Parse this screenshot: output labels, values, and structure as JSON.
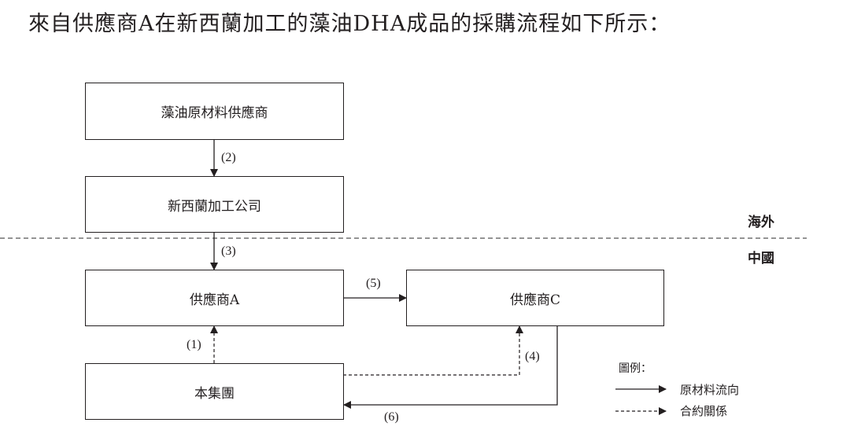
{
  "title": "來自供應商A在新西蘭加工的藻油DHA成品的採購流程如下所示：",
  "regions": {
    "overseas": "海外",
    "china": "中國"
  },
  "nodes": {
    "raw_supplier": "藻油原材料供應商",
    "nz_processor": "新西蘭加工公司",
    "supplier_a": "供應商A",
    "supplier_c": "供應商C",
    "group": "本集團"
  },
  "edges": [
    {
      "id": "1",
      "label": "(1)",
      "from": "group",
      "to": "supplier_a",
      "type": "contract"
    },
    {
      "id": "2",
      "label": "(2)",
      "from": "raw_supplier",
      "to": "nz_processor",
      "type": "material"
    },
    {
      "id": "3",
      "label": "(3)",
      "from": "nz_processor",
      "to": "supplier_a",
      "type": "material"
    },
    {
      "id": "4",
      "label": "(4)",
      "from": "group",
      "to": "supplier_c",
      "type": "contract"
    },
    {
      "id": "5",
      "label": "(5)",
      "from": "supplier_a",
      "to": "supplier_c",
      "type": "material"
    },
    {
      "id": "6",
      "label": "(6)",
      "from": "supplier_c",
      "to": "group",
      "type": "material"
    }
  ],
  "legend": {
    "title": "圖例：",
    "material_flow": "原材料流向",
    "contract": "合約關係"
  }
}
